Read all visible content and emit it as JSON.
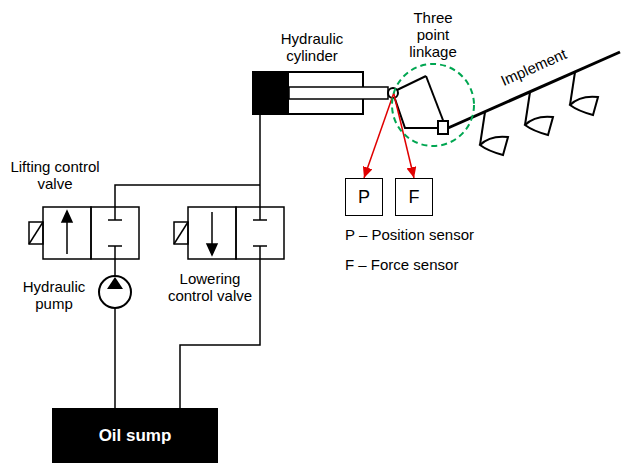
{
  "diagram": {
    "nodes": [
      {
        "text": [
          "Three point linkage"
        ]
      },
      {
        "text": [
          "P"
        ]
      },
      {
        "text": [
          "F"
        ]
      },
      {
        "text": [
          "Oil sump"
        ]
      }
    ],
    "edges": [
      {
        "from": 0,
        "to": 1,
        "arrow": "to"
      },
      {
        "from": 0,
        "to": 2,
        "arrow": "to"
      }
    ],
    "labels": [
      "Hydraulic cylinder",
      "Implement",
      "Lifting control valve",
      "Lowering control valve",
      "Hydraulic pump",
      "P – Position sensor",
      "F – Force sensor"
    ]
  }
}
